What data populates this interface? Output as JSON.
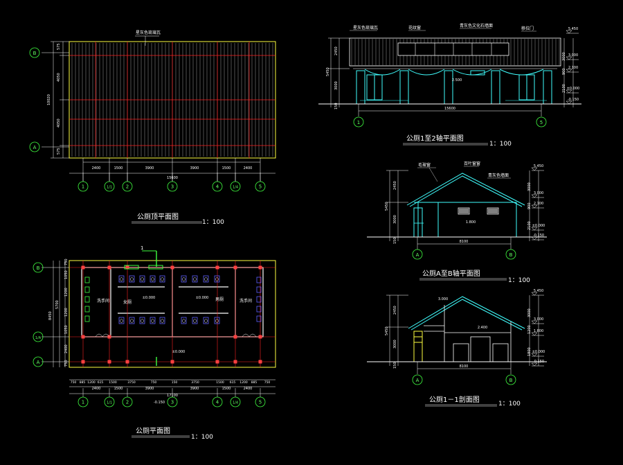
{
  "roof_plan": {
    "title": "公厕顶平面图",
    "scale": "1：100",
    "note": "星灰色琉璃瓦",
    "axes_bottom": [
      "1",
      "1/1",
      "2",
      "3",
      "4",
      "1/4",
      "5"
    ],
    "axes_left": [
      "B",
      "A"
    ],
    "dims_bottom": [
      "2400",
      "1500",
      "3900",
      "3900",
      "1500",
      "2400"
    ],
    "dim_total": "15600",
    "dims_left": [
      "575",
      "4050",
      "4050",
      "575"
    ],
    "dim_left_total": "10020"
  },
  "floor_plan": {
    "title": "公厕平面图",
    "scale": "1：100",
    "marker": "1",
    "axes_bottom": [
      "1",
      "1/1",
      "2",
      "3",
      "4",
      "1/4",
      "5"
    ],
    "axes_left": [
      "B",
      "1/A",
      "A"
    ],
    "rooms": [
      "洗手间",
      "女厕",
      "男厕",
      "洗手间"
    ],
    "levels": [
      "±0.000",
      "±0.000",
      "±0.000",
      "-0.150"
    ],
    "dims_bottom_1": [
      "750",
      "885",
      "1200",
      "615",
      "1500",
      "3750",
      "750",
      "150",
      "3750",
      "1500",
      "615",
      "1200",
      "885",
      "750"
    ],
    "dims_bottom_2": [
      "2400",
      "1500",
      "3900",
      "3900",
      "1500",
      "2400"
    ],
    "dim_total": "17100",
    "dims_left": [
      "750",
      "1050",
      "1200",
      "1200",
      "1050",
      "2400",
      "750"
    ],
    "dim_left_total_1": "5700",
    "dim_left_total_2": "8450"
  },
  "front_elev": {
    "title": "公厕1至2轴平面图",
    "scale": "1：100",
    "labels": [
      "星灰色琉璃瓦",
      "花纹窗",
      "青灰色文化石墙面",
      "移拉门"
    ],
    "axes": [
      "1",
      "5"
    ],
    "dim_total": "15600",
    "dims_left": [
      "2450",
      "3000",
      "150"
    ],
    "dim_left_total": "5450",
    "levels_right": [
      "5.450",
      "3.000",
      "2.100",
      "±0.000",
      "-0.150"
    ],
    "dims_right": [
      "3000",
      "900",
      "2100"
    ],
    "center_mark": "2.500"
  },
  "side_elev": {
    "title": "公厕A至B轴平面图",
    "scale": "1：100",
    "labels": [
      "毛玻窗",
      "百叶窗窗",
      "青灰色墙面"
    ],
    "axes": [
      "A",
      "B"
    ],
    "dim_total": "8100",
    "dims_left": [
      "2450",
      "3000",
      "150"
    ],
    "dim_left_total": "5450",
    "levels_right": [
      "5.450",
      "3.000",
      "2.100",
      "±0.000",
      "-0.150"
    ],
    "dims_right": [
      "3000",
      "900",
      "2100"
    ],
    "window_mark": "1.800"
  },
  "section": {
    "title": "公厕1－1剖面图",
    "scale": "1：100",
    "axes": [
      "A",
      "B"
    ],
    "dim_total": "8100",
    "dims_left": [
      "2450",
      "3000",
      "150"
    ],
    "dim_left_total": "5450",
    "levels_right": [
      "5.450",
      "3.000",
      "1.800",
      "±0.000",
      "-0.150"
    ],
    "dims_right": [
      "3000",
      "1200",
      "1800"
    ],
    "marks": [
      "3.000",
      "2.400"
    ]
  },
  "colors": {
    "line": "#ffffff",
    "red": "#ff2020",
    "yellow": "#ffff40",
    "cyan": "#40ffff",
    "green": "#40ff40",
    "grey": "#a0a0a0"
  }
}
